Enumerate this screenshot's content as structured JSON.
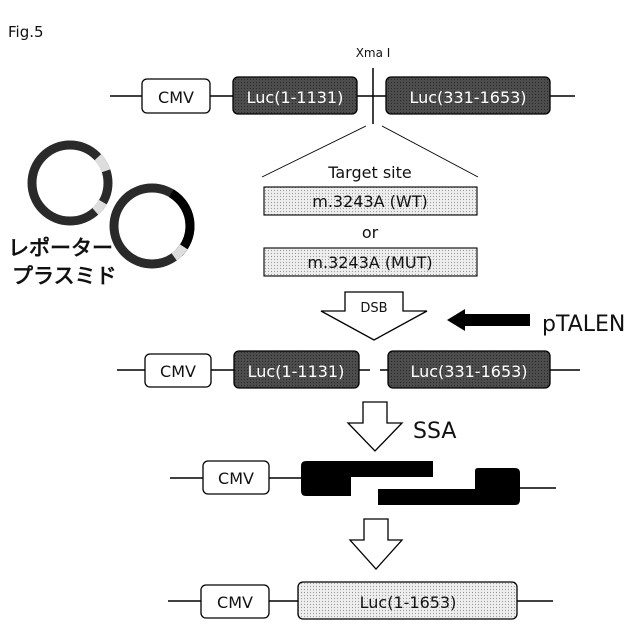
{
  "figure": {
    "label": "Fig.5",
    "restriction_site": "Xma I",
    "construct": {
      "promoter": "CMV",
      "luc_left": "Luc(1-1131)",
      "luc_right": "Luc(331-1653)"
    },
    "target": {
      "heading": "Target site",
      "wt": "m.3243A (WT)",
      "connector": "or",
      "mut": "m.3243A (MUT)"
    },
    "plasmid_label": {
      "line1": "レポーター",
      "line2": "プラスミド"
    },
    "dsb_label": "DSB",
    "talen_label": "pTALEN",
    "cut_construct": {
      "promoter": "CMV",
      "luc_left": "Luc(1-1131)",
      "luc_right": "Luc(331-1653)"
    },
    "ssa_label": "SSA",
    "ssa_promoter": "CMV",
    "final_construct": {
      "promoter": "CMV",
      "luc_full": "Luc(1-1653)"
    },
    "colors": {
      "dark_box": "#4d4d4d",
      "light_box": "#e6e6e6",
      "black": "#000000",
      "outline": "#222222"
    }
  }
}
